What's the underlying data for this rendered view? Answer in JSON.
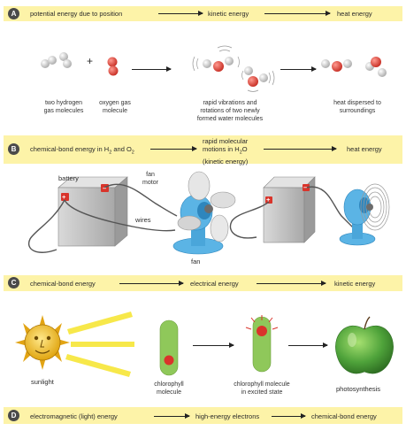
{
  "panel_a": {
    "letter": "A",
    "steps": [
      "potential energy due to position",
      "kinetic energy",
      "heat energy"
    ],
    "captions": {
      "h2": "two hydrogen\ngas molecules",
      "o2": "oxygen gas\nmolecule",
      "vibrations": "rapid vibrations and\nrotations of two newly\nformed water molecules",
      "heat": "heat dispersed to\nsurroundings"
    },
    "plus": "+"
  },
  "panel_b": {
    "letter": "B",
    "step1_prefix": "chemical-bond energy in H",
    "step1_sub1": "2",
    "step1_mid": " and O",
    "step1_sub2": "2",
    "step2_line1": "rapid molecular",
    "step2_line2_prefix": "motions in H",
    "step2_line2_sub": "2",
    "step2_line2_suffix": "O",
    "step2_line3": "(kinetic energy)",
    "step3": "heat energy",
    "labels": {
      "battery": "battery",
      "fan_motor": "fan\nmotor",
      "wires": "wires",
      "fan": "fan"
    },
    "terminals": {
      "plus": "+",
      "minus": "–"
    }
  },
  "panel_c": {
    "letter": "C",
    "steps": [
      "chemical-bond energy",
      "electrical energy",
      "kinetic energy"
    ],
    "captions": {
      "sunlight": "sunlight",
      "chlorophyll": "chlorophyll\nmolecule",
      "excited": "chlorophyll molecule\nin excited state",
      "photosynthesis": "photosynthesis"
    }
  },
  "panel_d": {
    "letter": "D",
    "steps": [
      "electromagnetic (light) energy",
      "high-energy electrons",
      "chemical-bond energy"
    ]
  },
  "colors": {
    "band": "#fdf3a8",
    "fan_blue": "#5bb4e5",
    "chlorophyll_green": "#8fc85a",
    "oxygen_red": "#d9342b",
    "apple_green": "#4ea23a"
  }
}
